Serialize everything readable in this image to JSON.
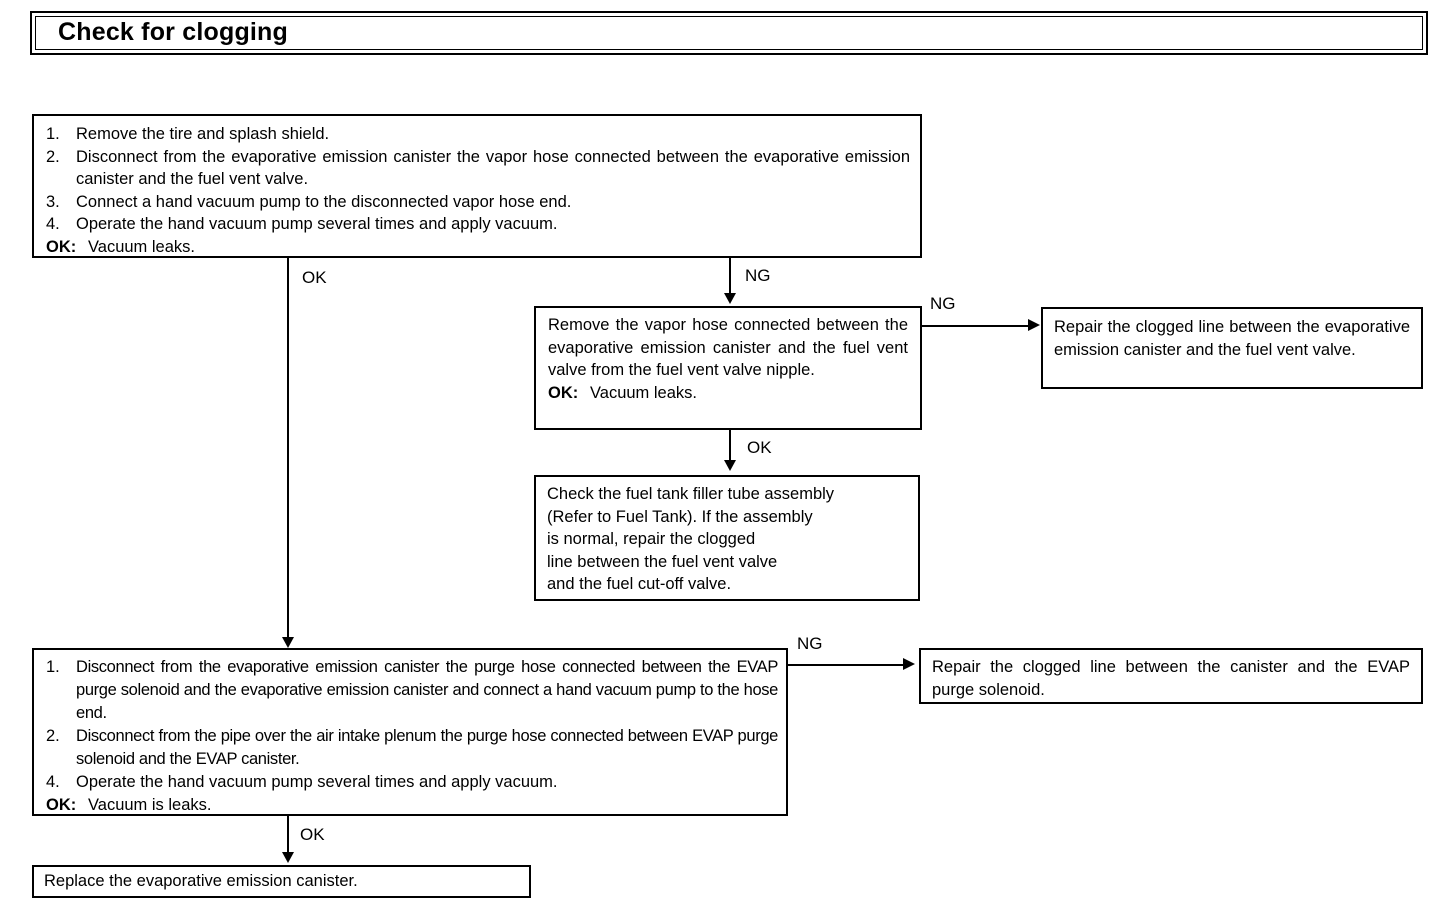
{
  "title": {
    "text": "Check for clogging"
  },
  "boxes": {
    "initial_check": {
      "name": "initial-check",
      "steps": [
        {
          "num": "1.",
          "text": "Remove the tire and splash shield."
        },
        {
          "num": "2.",
          "text": "Disconnect from the evaporative emission canister the vapor hose connected between the evaporative emission canister and the fuel vent valve."
        },
        {
          "num": "3.",
          "text": "Connect a hand vacuum pump to the disconnected vapor hose end."
        },
        {
          "num": "4.",
          "text": "Operate the hand vacuum pump several times and apply vacuum."
        },
        {
          "num": "OK:",
          "text": "Vacuum leaks."
        }
      ]
    },
    "remove_vapor_hose": {
      "name": "remove-vapor-hose",
      "body": "Remove the vapor hose connected between the evaporative emission canister and the fuel vent valve from the fuel vent valve nipple.",
      "ok_label": "OK:",
      "ok_text": "Vacuum leaks."
    },
    "repair_canister_vent_valve": {
      "name": "repair-canister-to-fuel-vent-valve",
      "text": "Repair the clogged line between the evaporative emission canister and the fuel vent valve."
    },
    "check_filler_tube": {
      "name": "check-fuel-tank-filler-tube",
      "lines": [
        "Check the fuel tank filler tube assembly",
        "(Refer to Fuel Tank). If the  assembly",
        " is  normal,  repair  the clogged",
        "  line between the fuel vent valve",
        "and the fuel cut-off valve."
      ]
    },
    "purge_hose_check": {
      "name": "purge-hose-check",
      "steps": [
        {
          "num": "1.",
          "text": "Disconnect from the evaporative emission canister the purge hose connected between the EVAP purge solenoid and the evaporative emission canister and connect a hand vacuum pump to the hose end."
        },
        {
          "num": "2.",
          "text": "Disconnect from the pipe over the air intake plenum the purge hose connected between EVAP purge solenoid and the EVAP canister."
        },
        {
          "num": "4.",
          "text": "Operate the hand vacuum pump several times and apply vacuum."
        },
        {
          "num": "OK:",
          "text": "Vacuum is leaks."
        }
      ]
    },
    "repair_canister_purge_solenoid": {
      "name": "repair-canister-to-evap-purge-solenoid",
      "text": "Repair the clogged line between the canister and the EVAP purge solenoid."
    },
    "replace_canister": {
      "name": "replace-evaporative-emission-canister",
      "text": "Replace the evaporative emission canister."
    }
  },
  "edges": {
    "initial_ok": "OK",
    "initial_ng": "NG",
    "vapor_hose_ng": "NG",
    "vapor_hose_ok": "OK",
    "purge_ng": "NG",
    "purge_ok": "OK"
  },
  "colors": {
    "ink": "#000000",
    "paper": "#ffffff"
  }
}
